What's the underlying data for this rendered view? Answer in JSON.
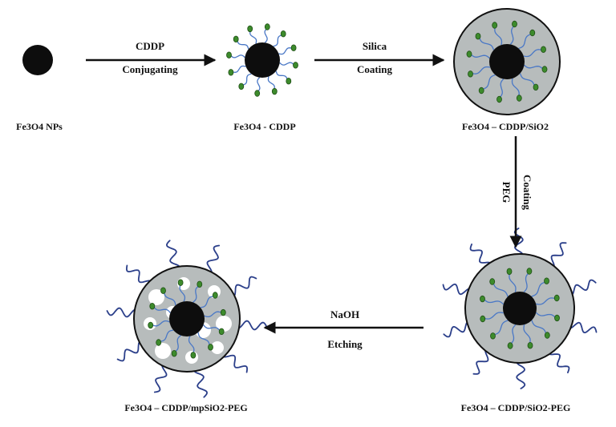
{
  "stages": [
    {
      "id": "s1",
      "label": "Fe3O4 NPs"
    },
    {
      "id": "s2",
      "label": "Fe3O4 - CDDP"
    },
    {
      "id": "s3",
      "label": "Fe3O4 – CDDP/SiO2"
    },
    {
      "id": "s4",
      "label": "Fe3O4 – CDDP/SiO2-PEG"
    },
    {
      "id": "s5",
      "label": "Fe3O4 – CDDP/mpSiO2-PEG"
    }
  ],
  "arrows": [
    {
      "id": "a1",
      "top": "CDDP",
      "bottom": "Conjugating"
    },
    {
      "id": "a2",
      "top": "Silica",
      "bottom": "Coating"
    },
    {
      "id": "a3",
      "top": "PEG",
      "bottom": "Coating"
    },
    {
      "id": "a4",
      "top": "NaOH",
      "bottom": "Etching"
    }
  ],
  "colors": {
    "core": "#0d0d0d",
    "shell": "#b7bcbc",
    "shell_stroke": "#111111",
    "linker": "#4a78c6",
    "drug": "#3d8b2c",
    "peg": "#2b3f8a",
    "pore": "#ffffff",
    "arrow": "#111111"
  }
}
